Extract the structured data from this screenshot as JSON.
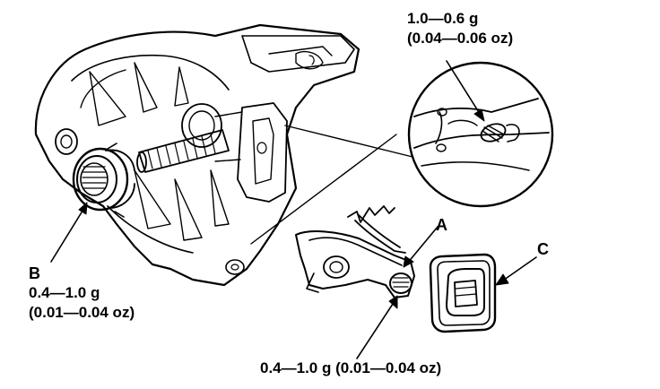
{
  "callouts": {
    "top_spec": {
      "line1": "1.0—0.6 g",
      "line2": "(0.04—0.06 oz)"
    },
    "b": {
      "letter": "B",
      "line1": "0.4—1.0 g",
      "line2": "(0.01—0.04 oz)"
    },
    "a": {
      "letter": "A"
    },
    "c": {
      "letter": "C"
    },
    "bottom_spec": {
      "text": "0.4—1.0 g (0.01—0.04 oz)"
    }
  },
  "colors": {
    "ink": "#000000",
    "paper": "#ffffff"
  }
}
